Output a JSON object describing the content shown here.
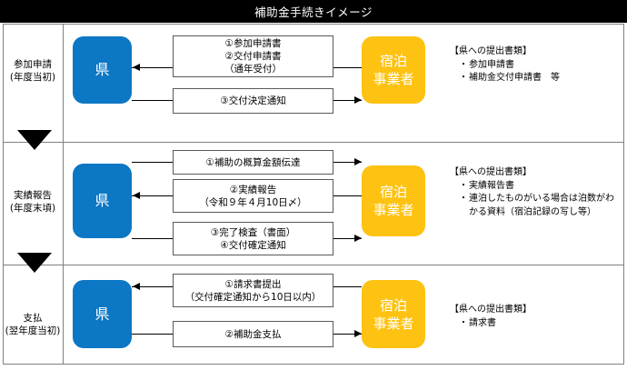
{
  "title": "補助金手続きイメージ",
  "colors": {
    "title_bar_bg": "#000000",
    "title_bar_text": "#ffffff",
    "prefecture_box": "#0c77c4",
    "business_box": "#fdc212",
    "frame_line": "#808080",
    "msgbox_line": "#595959",
    "arrow": "#000000"
  },
  "actors": {
    "prefecture": "県",
    "business_line1": "宿泊",
    "business_line2": "事業者"
  },
  "rows": [
    {
      "stage_line1": "参加申請",
      "stage_line2": "(年度当初)",
      "messages": [
        {
          "lines": [
            "①参加申請書",
            "②交付申請書",
            "（通年受付）"
          ],
          "direction": "to-prefecture"
        },
        {
          "lines": [
            "③交付決定通知"
          ],
          "direction": "to-business"
        }
      ],
      "notes": {
        "heading": "【県への提出書類】",
        "items": [
          "参加申請書",
          "補助金交付申請書　等"
        ]
      }
    },
    {
      "stage_line1": "実績報告",
      "stage_line2": "(年度末頃)",
      "messages": [
        {
          "lines": [
            "①補助の概算金額伝達"
          ],
          "direction": "to-business"
        },
        {
          "lines": [
            "②実績報告",
            "（令和９年４月10日〆）"
          ],
          "direction": "to-prefecture"
        },
        {
          "lines": [
            "③完了検査（書面）",
            "④交付確定通知"
          ],
          "direction": "to-business"
        }
      ],
      "notes": {
        "heading": "【県への提出書類】",
        "items": [
          "実績報告書",
          "連泊したものがいる場合は泊数がわかる資料（宿泊記録の写し等）"
        ]
      }
    },
    {
      "stage_line1": "支払",
      "stage_line2": "(翌年度当初)",
      "messages": [
        {
          "lines": [
            "①請求書提出",
            "（交付確定通知から10日以内）"
          ],
          "direction": "to-prefecture"
        },
        {
          "lines": [
            "②補助金支払"
          ],
          "direction": "to-business"
        }
      ],
      "notes": {
        "heading": "【県への提出書類】",
        "items": [
          "請求書"
        ]
      }
    }
  ]
}
